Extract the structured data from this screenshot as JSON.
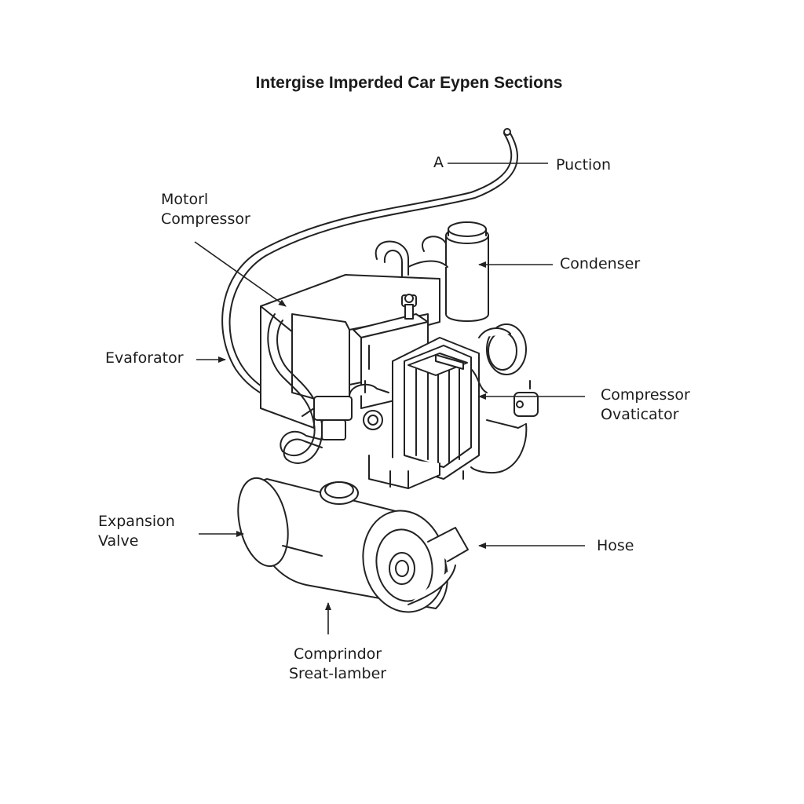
{
  "diagram": {
    "title": "Intergise Imperded Car Eypen Sections",
    "labels": {
      "a": "A",
      "puction": "Puction",
      "motor_compressor": [
        "Motorl",
        "Compressor"
      ],
      "condenser": "Condenser",
      "evaporator": "Evaforator",
      "compressor_oscillator": [
        "Compressor",
        "Ovaticator"
      ],
      "expansion_valve": [
        "Expansion",
        "Valve"
      ],
      "hose": "Hose",
      "compressor_chamber": [
        "Comprindor",
        "Sreat-lamber"
      ]
    },
    "style": {
      "line_color": "#222222",
      "fill_color": "#ffffff"
    }
  }
}
